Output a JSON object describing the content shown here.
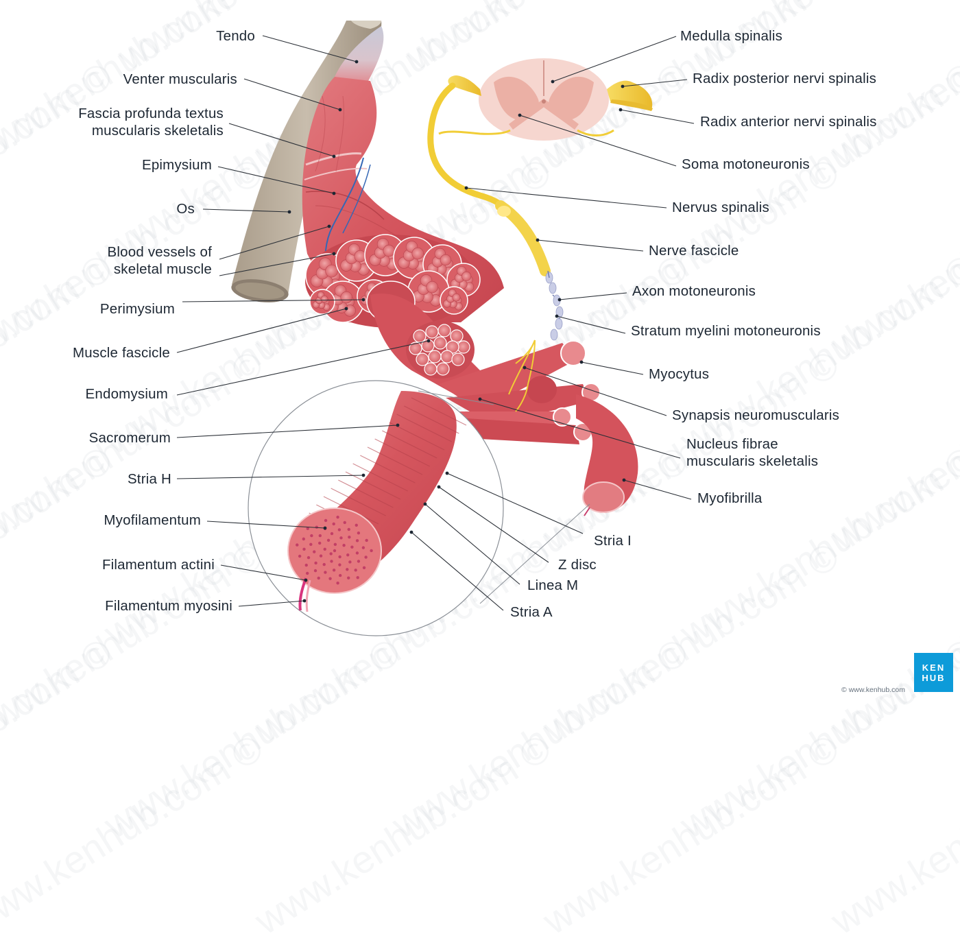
{
  "labels_left": [
    {
      "key": "tendo",
      "lines": [
        "Tendo"
      ]
    },
    {
      "key": "venter",
      "lines": [
        "Venter muscularis"
      ]
    },
    {
      "key": "fascia",
      "lines": [
        "Fascia profunda textus",
        "muscularis skeletalis"
      ]
    },
    {
      "key": "epimysium",
      "lines": [
        "Epimysium"
      ]
    },
    {
      "key": "os",
      "lines": [
        "Os"
      ]
    },
    {
      "key": "blood",
      "lines": [
        "Blood vessels of",
        "skeletal muscle"
      ]
    },
    {
      "key": "perimysium",
      "lines": [
        "Perimysium"
      ]
    },
    {
      "key": "fascicle",
      "lines": [
        "Muscle fascicle"
      ]
    },
    {
      "key": "endomysium",
      "lines": [
        "Endomysium"
      ]
    },
    {
      "key": "sacromerum",
      "lines": [
        "Sacromerum"
      ]
    },
    {
      "key": "striah",
      "lines": [
        "Stria H"
      ]
    },
    {
      "key": "myofil",
      "lines": [
        "Myofilamentum"
      ]
    },
    {
      "key": "actini",
      "lines": [
        "Filamentum actini"
      ]
    },
    {
      "key": "myosini",
      "lines": [
        "Filamentum myosini"
      ]
    }
  ],
  "labels_right": [
    {
      "key": "medulla",
      "lines": [
        "Medulla spinalis"
      ]
    },
    {
      "key": "radixpost",
      "lines": [
        "Radix posterior nervi spinalis"
      ]
    },
    {
      "key": "radixant",
      "lines": [
        "Radix anterior nervi spinalis"
      ]
    },
    {
      "key": "soma",
      "lines": [
        "Soma motoneuronis"
      ]
    },
    {
      "key": "nervus",
      "lines": [
        "Nervus spinalis"
      ]
    },
    {
      "key": "nervefasc",
      "lines": [
        "Nerve fascicle"
      ]
    },
    {
      "key": "axon",
      "lines": [
        "Axon motoneuronis"
      ]
    },
    {
      "key": "stratum",
      "lines": [
        "Stratum myelini motoneuronis"
      ]
    },
    {
      "key": "myocytus",
      "lines": [
        "Myocytus"
      ]
    },
    {
      "key": "synapsis",
      "lines": [
        "Synapsis neuromuscularis"
      ]
    },
    {
      "key": "nucleus",
      "lines": [
        "Nucleus fibrae",
        "muscularis skeletalis"
      ]
    },
    {
      "key": "myofibrilla",
      "lines": [
        "Myofibrilla"
      ]
    },
    {
      "key": "striai",
      "lines": [
        "Stria I"
      ]
    },
    {
      "key": "zdisc",
      "lines": [
        "Z disc"
      ]
    },
    {
      "key": "lineam",
      "lines": [
        "Linea M"
      ]
    },
    {
      "key": "striaa",
      "lines": [
        "Stria A"
      ]
    }
  ],
  "brand": {
    "line1": "KEN",
    "line2": "HUB",
    "copyright": "© www.kenhub.com",
    "watermark": "www.kenhub.com ©",
    "color": "#0d9bd9"
  },
  "colors": {
    "muscle": "#d9525a",
    "muscle_light": "#e88a8e",
    "nerve": "#f3cf3a",
    "bone": "#b7ab9a",
    "spinal": "#f6d6cf",
    "text": "#1d2733",
    "leader": "#2a2f36"
  }
}
